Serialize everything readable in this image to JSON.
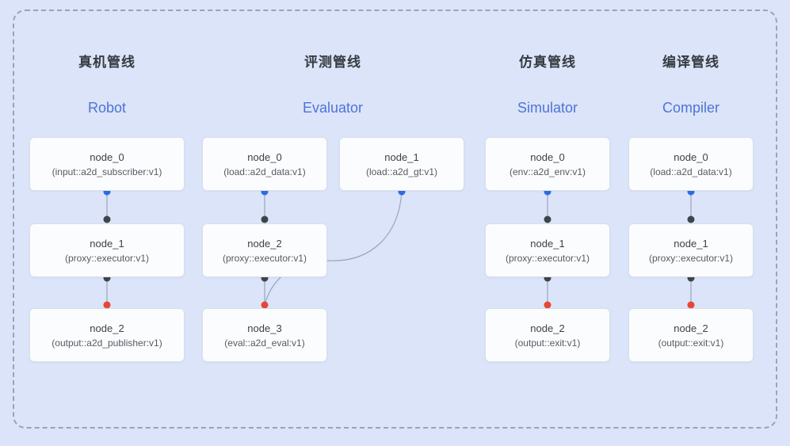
{
  "pipelines": [
    {
      "title_zh": "真机管线",
      "title_en": "Robot",
      "nodes": [
        {
          "name": "node_0",
          "type": "(input::a2d_subscriber:v1)"
        },
        {
          "name": "node_1",
          "type": "(proxy::executor:v1)"
        },
        {
          "name": "node_2",
          "type": "(output::a2d_publisher:v1)"
        }
      ]
    },
    {
      "title_zh": "评测管线",
      "title_en": "Evaluator",
      "nodes": [
        {
          "name": "node_0",
          "type": "(load::a2d_data:v1)"
        },
        {
          "name": "node_1",
          "type": "(load::a2d_gt:v1)"
        },
        {
          "name": "node_2",
          "type": "(proxy::executor:v1)"
        },
        {
          "name": "node_3",
          "type": "(eval::a2d_eval:v1)"
        }
      ]
    },
    {
      "title_zh": "仿真管线",
      "title_en": "Simulator",
      "nodes": [
        {
          "name": "node_0",
          "type": "(env::a2d_env:v1)"
        },
        {
          "name": "node_1",
          "type": "(proxy::executor:v1)"
        },
        {
          "name": "node_2",
          "type": "(output::exit:v1)"
        }
      ]
    },
    {
      "title_zh": "编译管线",
      "title_en": "Compiler",
      "nodes": [
        {
          "name": "node_0",
          "type": "(load::a2d_data:v1)"
        },
        {
          "name": "node_1",
          "type": "(proxy::executor:v1)"
        },
        {
          "name": "node_2",
          "type": "(output::exit:v1)"
        }
      ]
    }
  ],
  "colors": {
    "background": "#dbe4f8",
    "frame_dash": "#9aa4b6",
    "title_en": "#4f73d7",
    "node_border": "#d9dfe9",
    "edge": "#9aa6ba",
    "dot_blue": "#2d6ce5",
    "dot_dark": "#3f4449",
    "dot_red": "#e64633"
  }
}
